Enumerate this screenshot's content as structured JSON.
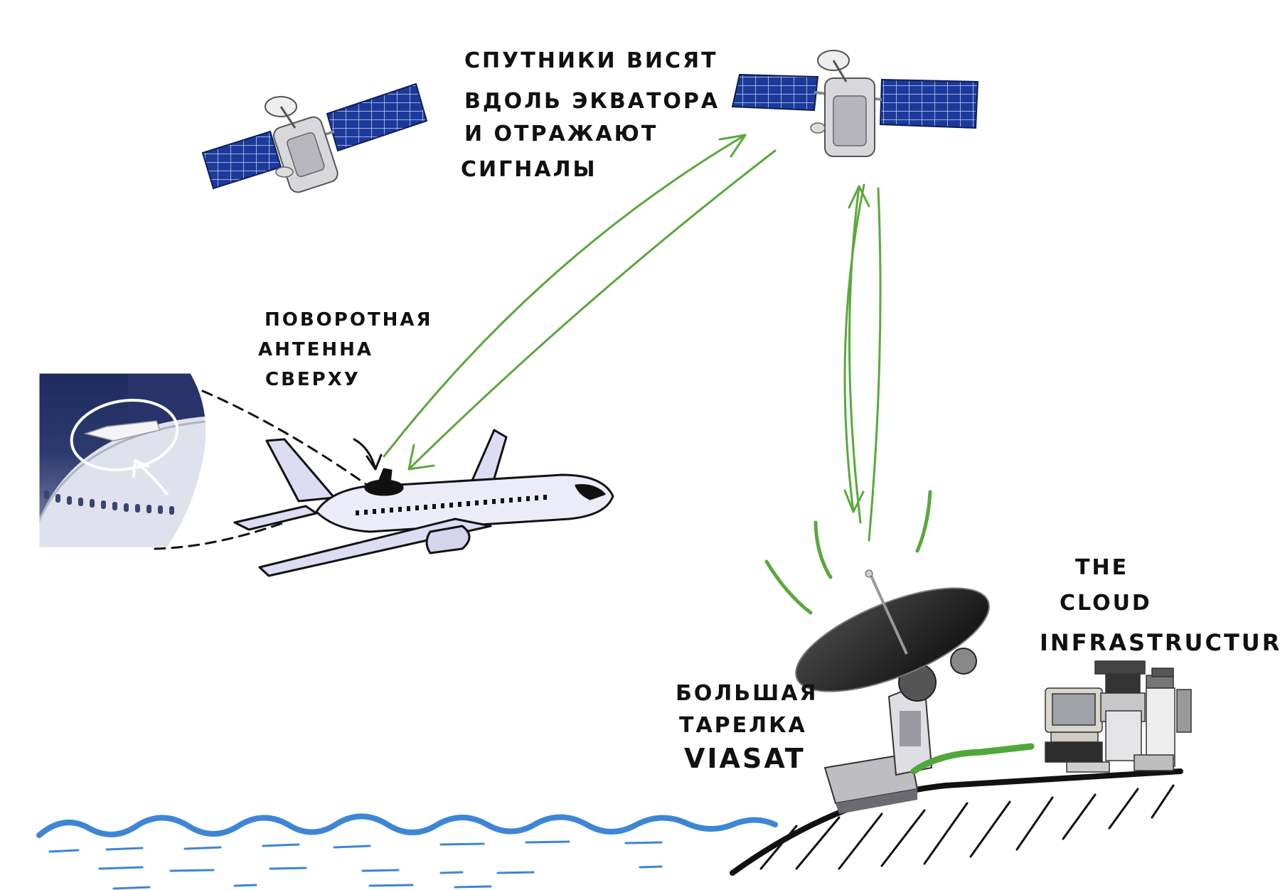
{
  "labels": {
    "satellites_note": [
      "СПУТНИКИ ВИСЯТ",
      "ВДОЛЬ ЭКВАТОРА",
      "И ОТРАЖАЮТ",
      "СИГНАЛЫ"
    ],
    "antenna_note": [
      "ПОВОРОТНАЯ",
      "АНТЕННА",
      "СВЕРХУ"
    ],
    "dish_note": [
      "БОЛЬШАЯ",
      "ТАРЕЛКА",
      "VIASAT"
    ],
    "cloud_note": [
      "THE",
      "CLOUD",
      "INFRASTRUCTURE"
    ]
  },
  "colors": {
    "signal": "#5aa83c",
    "water": "#3d86d6",
    "solar_panel": "#1c3a9a",
    "ink": "#111111",
    "plane_body": "#ececf8"
  },
  "icons": [
    "satellite-left",
    "satellite-right",
    "airplane",
    "antenna-closeup-photo",
    "ground-dish",
    "computer-pile"
  ]
}
